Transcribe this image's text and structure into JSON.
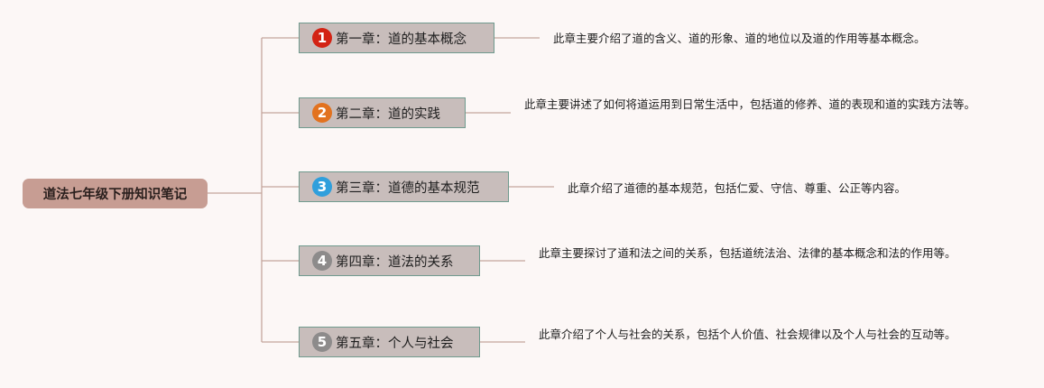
{
  "root": {
    "label": "道法七年级下册知识笔记"
  },
  "chapters": [
    {
      "number": "1",
      "title": "第一章：道的基本概念",
      "color": "#d32314",
      "description": "此章主要介绍了道的含义、道的形象、道的地位以及道的作用等基本概念。"
    },
    {
      "number": "2",
      "title": "第二章：道的实践",
      "color": "#e2721f",
      "description": "此章主要讲述了如何将道运用到日常生活中，包括道的修养、道的表现和道的实践方法等。"
    },
    {
      "number": "3",
      "title": "第三章：道德的基本规范",
      "color": "#2f9fdc",
      "description": "此章介绍了道德的基本规范，包括仁爱、守信、尊重、公正等内容。"
    },
    {
      "number": "4",
      "title": "第四章：道法的关系",
      "color": "#8d8b8b",
      "description": "此章主要探讨了道和法之间的关系，包括道统法治、法律的基本概念和法的作用等。"
    },
    {
      "number": "5",
      "title": "第五章：个人与社会",
      "color": "#8d8b8b",
      "description": "此章介绍了个人与社会的关系，包括个人价值、社会规律以及个人与社会的互动等。"
    }
  ]
}
